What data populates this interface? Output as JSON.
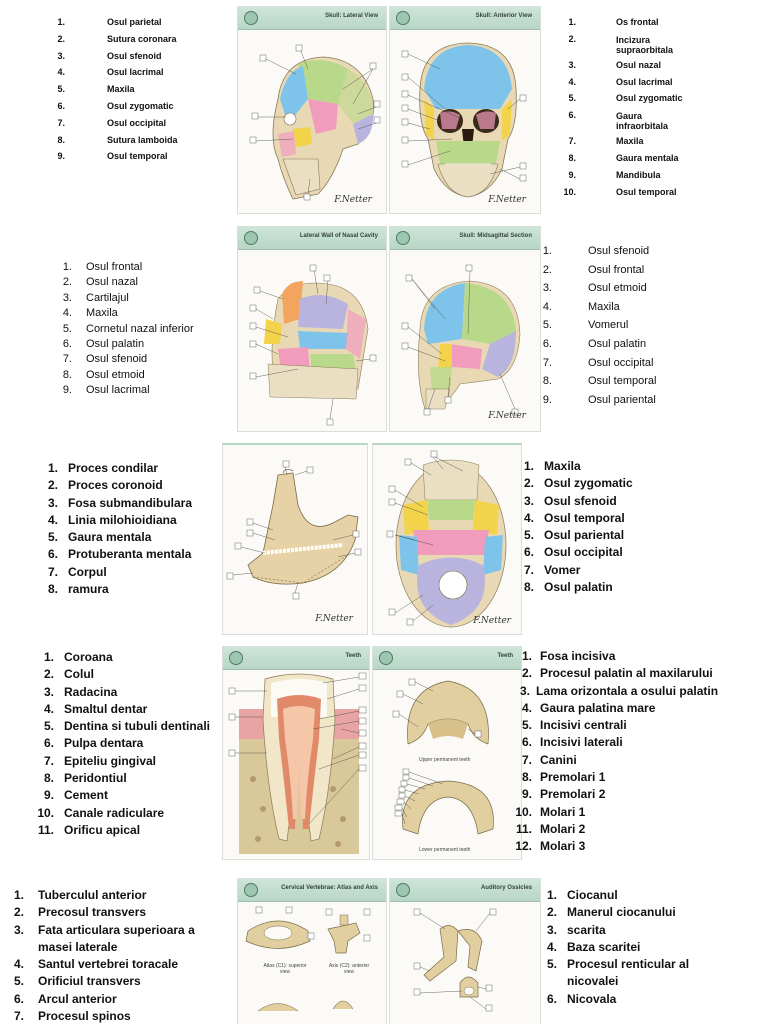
{
  "section1": {
    "left_list": [
      "Osul parietal",
      "Sutura coronara",
      "Osul sfenoid",
      "Osul lacrimal",
      "Maxila",
      "Osul zygomatic",
      "Osul occipital",
      "Sutura lamboida",
      "Osul temporal"
    ],
    "panel_left_title": "Skull: Lateral View",
    "panel_right_title": "Skull: Anterior View",
    "right_list": [
      "Os frontal",
      "Incizura supraorbitala",
      "Osul nazal",
      "Osul lacrimal",
      "Osul zygomatic",
      "Gaura infraorbitala",
      "Maxila",
      "Gaura mentala",
      "Mandibula",
      "Osul temporal"
    ]
  },
  "section2": {
    "left_list": [
      "Osul frontal",
      "Osul nazal",
      "Cartilajul",
      "Maxila",
      "Cornetul nazal inferior",
      "Osul palatin",
      "Osul sfenoid",
      "Osul etmoid",
      "Osul lacrimal"
    ],
    "panel_left_title": "Lateral Wall of Nasal Cavity",
    "panel_right_title": "Skull: Midsagittal Section",
    "right_list": [
      "Osul sfenoid",
      "Osul frontal",
      "Osul etmoid",
      "Maxila",
      "Vomerul",
      "Osul palatin",
      "Osul occipital",
      "Osul temporal",
      "Osul pariental"
    ]
  },
  "section3": {
    "left_list": [
      "Proces condilar",
      "Proces coronoid",
      "Fosa submandibulara",
      "Linia milohioidiana",
      "Gaura mentala",
      "Protuberanta mentala",
      "Corpul",
      "ramura"
    ],
    "right_list": [
      "Maxila",
      "Osul zygomatic",
      "Osul sfenoid",
      "Osul temporal",
      "Osul pariental",
      "Osul occipital",
      "Vomer",
      "Osul palatin"
    ]
  },
  "section4": {
    "left_list": [
      "Coroana",
      "Colul",
      "Radacina",
      "Smaltul dentar",
      "Dentina si tubuli dentinali",
      "Pulpa dentara",
      "Epiteliu gingival",
      "Peridontiul",
      "Cement",
      "Canale radiculare",
      "Orificu apical"
    ],
    "panel_left_title": "Teeth",
    "panel_right_title": "Teeth",
    "upper_caption": "Upper permanent teeth",
    "lower_caption": "Lower permanent teeth",
    "right_list": [
      "Fosa incisiva",
      "Procesul palatin al maxilarului",
      "Lama orizontala a osului palatin",
      "Gaura palatina mare",
      "Incisivi centrali",
      "Incisivi laterali",
      "Canini",
      "Premolari 1",
      "Premolari 2",
      "Molari 1",
      "Molari 2",
      "Molari 3"
    ]
  },
  "section5": {
    "left_list": [
      "Tuberculul anterior",
      "Precosul transvers",
      "Fata articulara superioara a masei laterale",
      "Santul vertebrei toracale",
      "Orificiul transvers",
      "Arcul anterior",
      "Procesul spinos"
    ],
    "panel_left_title": "Cervical Vertebrae: Atlas and Axis",
    "panel_right_title": "Auditory Ossicles",
    "atlas_caption": "Atlas (C1): superior view",
    "axis_caption": "Axis (C2): anterior view",
    "right_list": [
      "Ciocanul",
      "Manerul ciocanului",
      "scarita",
      "Baza scaritei",
      "Procesul renticular al nicovalei",
      "Nicovala"
    ]
  },
  "signature": "F.Netter",
  "colors": {
    "header_green": "#b7d6c6",
    "bone": "#e8d9b4",
    "parietal_green": "#b9d98a",
    "frontal_blue": "#7ec3ea",
    "sphenoid_pink": "#f19bbd",
    "zygomatic_yellow": "#f3d34a",
    "occipital_lilac": "#b9b4de"
  }
}
